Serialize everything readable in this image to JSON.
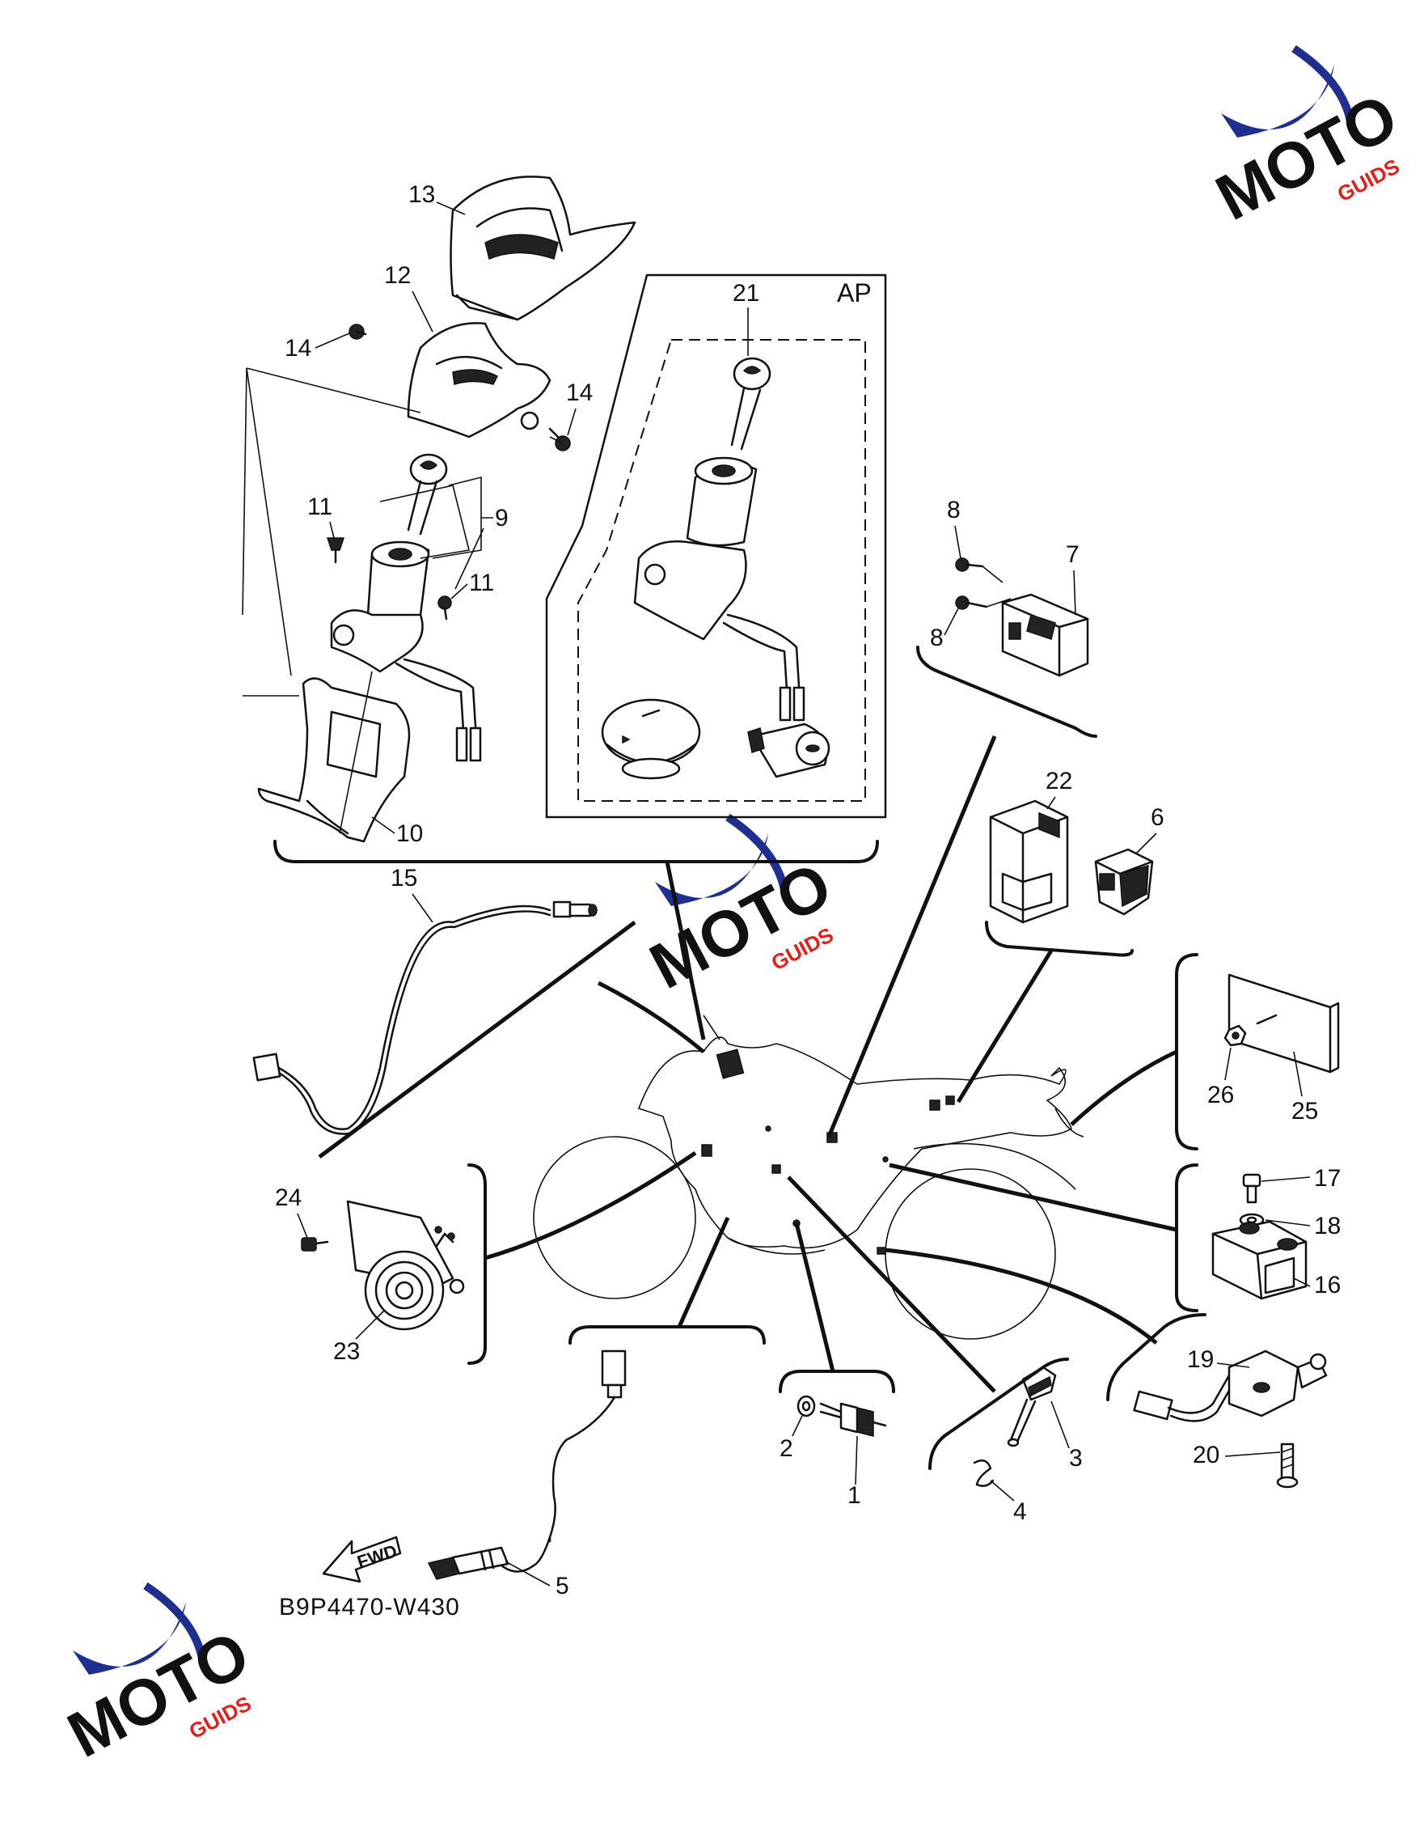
{
  "callouts": [
    "1",
    "2",
    "3",
    "4",
    "5",
    "6",
    "7",
    "8",
    "9",
    "10",
    "11",
    "12",
    "13",
    "14",
    "15",
    "16",
    "17",
    "18",
    "19",
    "20",
    "21",
    "22",
    "23",
    "24",
    "25",
    "26"
  ],
  "set_label": "AP",
  "diagram_code": "B9P4470-W430",
  "fwd_arrow_text": "FWD",
  "watermark": {
    "brand_letters": "MOTO",
    "suffix": "GUIDS",
    "colors": {
      "swoosh": "#1f2f8f",
      "red": "#e0201b",
      "black": "#111111"
    }
  }
}
